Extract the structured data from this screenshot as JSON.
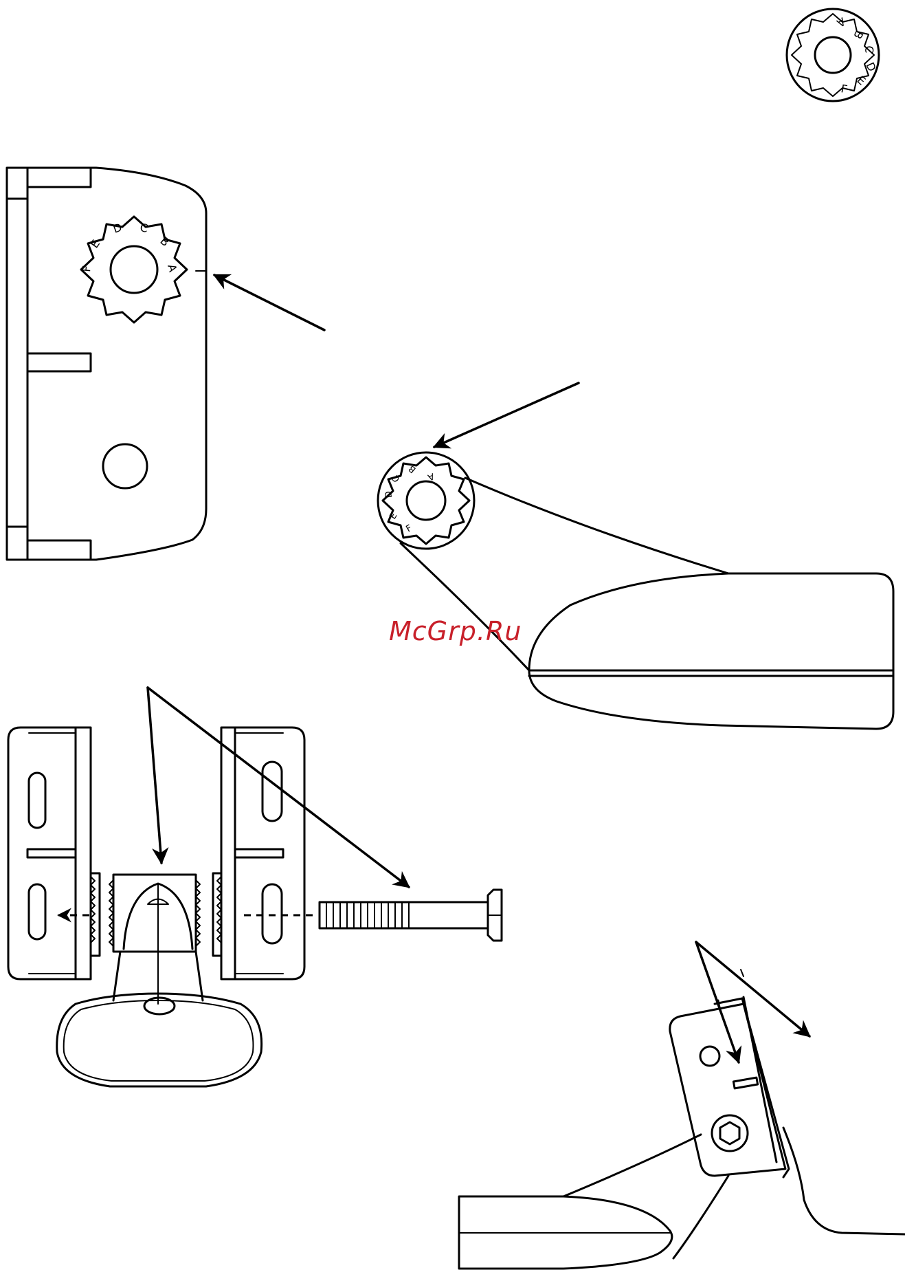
{
  "watermark": {
    "text": "McGrp.Ru",
    "color": "#c8202a"
  },
  "washer_legend": {
    "letters": [
      "A",
      "B",
      "C",
      "D",
      "E",
      "F"
    ]
  },
  "bracket_washer": {
    "letters": [
      "A",
      "B",
      "C",
      "D",
      "E",
      "F"
    ]
  },
  "transducer_washer": {
    "letters": [
      "A",
      "B",
      "C",
      "D",
      "E",
      "F"
    ]
  },
  "icons": {
    "arrow": "arrow-icon",
    "washer": "ratchet-washer-icon",
    "bolt": "bolt-icon",
    "hex_socket": "hex-socket-icon"
  }
}
